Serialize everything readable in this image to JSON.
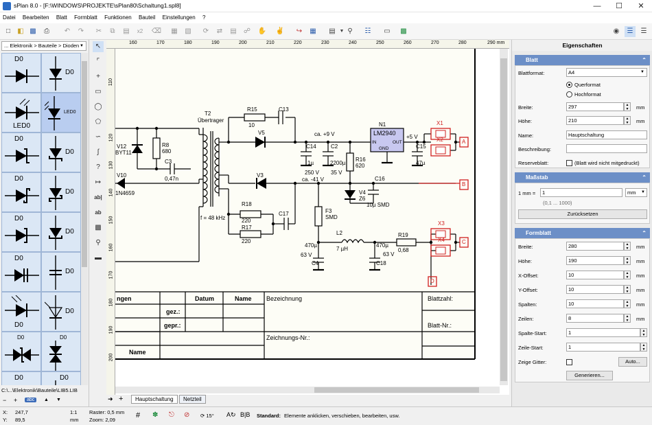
{
  "window": {
    "title": "sPlan 8.0 - [F:\\WINDOWS\\PROJEKTE\\sPlan80\\Schaltung1.spl8]"
  },
  "menu": [
    "Datei",
    "Bearbeiten",
    "Blatt",
    "Formblatt",
    "Funktionen",
    "Bauteil",
    "Einstellungen",
    "?"
  ],
  "toolbar": {
    "multiply_label": "x2"
  },
  "library": {
    "selector": "... Elektronik > Bauteile > Dioden",
    "cells": [
      {
        "label": "D0",
        "icon": "diode-icon"
      },
      {
        "label": "D0",
        "icon": "diode-vertical-icon"
      },
      {
        "label": "LED0",
        "icon": "led-icon"
      },
      {
        "label": "LED0",
        "icon": "led-vertical-icon"
      },
      {
        "label": "D0",
        "icon": "zener-diode-icon"
      },
      {
        "label": "D0",
        "icon": "zener-vertical-icon"
      },
      {
        "label": "D0",
        "icon": "schottky-diode-icon"
      },
      {
        "label": "D0",
        "icon": "schottky-vertical-icon"
      },
      {
        "label": "D0",
        "icon": "tunnel-diode-icon"
      },
      {
        "label": "D0",
        "icon": "tunnel-vertical-icon"
      },
      {
        "label": "D0",
        "icon": "capacitance-diode-icon"
      },
      {
        "label": "D0",
        "icon": "capacitance-vertical-icon"
      },
      {
        "label": "D0",
        "icon": "photo-diode-icon"
      },
      {
        "label": "D0",
        "icon": "photo-vertical-icon"
      },
      {
        "label": "D0",
        "icon": "tvs-diode-icon"
      },
      {
        "label": "D0",
        "icon": "tvs-vertical-icon"
      },
      {
        "label": "D0",
        "icon": "diode-icon"
      },
      {
        "label": "D0",
        "icon": "diode-vertical-icon"
      }
    ],
    "path": "C:\\...\\Elektronik\\Bauteile\\LIB5.LIB",
    "buttons": {
      "minus": "−",
      "plus": "+",
      "abc": "abc",
      "up": "▲",
      "down": "▼"
    }
  },
  "ruler": {
    "h": [
      "160",
      "170",
      "180",
      "190",
      "200",
      "210",
      "220",
      "230",
      "240",
      "250",
      "260",
      "270",
      "280",
      "290 mm"
    ],
    "v": [
      "110",
      "120",
      "130",
      "140",
      "150",
      "160",
      "170",
      "180",
      "190",
      "200"
    ]
  },
  "schematic": {
    "labels": {
      "t2": "T2",
      "uebertrager": "Übertrager",
      "r15": "R15",
      "r15v": "10",
      "c13": "C13",
      "n1": "N1",
      "lm": "LM2940",
      "in": "IN",
      "out": "OUT",
      "gnd": "GND",
      "v5": "V5",
      "ca9": "ca. +9 V",
      "p5": "+5 V",
      "x1": "X1",
      "x2": "X2",
      "x3": "X3",
      "x4": "X4",
      "a": "A",
      "b": "B",
      "c": "C",
      "d": "D",
      "v12": "V12",
      "v12b": "BYT11",
      "r8": "R8",
      "r8v": "680",
      "c3": "C3",
      "c3v": "0,47n",
      "v10": "V10",
      "v10b": "1N4659",
      "c14": "C14",
      "c14v": "1µ",
      "c14u": "250 V",
      "c2": "C2",
      "c2v": "2200µ",
      "c2u": "35 V",
      "r16": "R16",
      "r16v": "620",
      "c15": "C15",
      "c15v": "47µ",
      "v3": "V3",
      "ca41": "ca. -41 V",
      "c16": "C16",
      "v4": "V4",
      "z6": "Z6",
      "c16v": "10µ SMD",
      "r18": "R18",
      "r18v": "220",
      "r17": "R17",
      "r17v": "220",
      "c17": "C17",
      "f3": "F3",
      "f3b": "SMD",
      "freq": "f = 48 kHz",
      "l2": "L2",
      "l2v": "7 µH",
      "r19": "R19",
      "r19v": "0,68",
      "c4v": "470µ",
      "c4u": "63 V",
      "c4": "C4",
      "c18v": "470µ",
      "c18u": "63 V",
      "c18": "C18"
    },
    "titleblock": {
      "ngen": "ngen",
      "datum": "Datum",
      "name": "Name",
      "bezeichnung": "Bezeichnung",
      "blattzahl": "Blattzahl:",
      "gez": "gez.:",
      "gepr": "gepr.:",
      "blattnr": "Blatt-Nr.:",
      "zeichnungsnr": "Zeichnungs-Nr.:",
      "name2": "Name"
    }
  },
  "tabs": [
    "Hauptschaltung",
    "Netzteil"
  ],
  "properties": {
    "title": "Eigenschaften",
    "blatt": {
      "header": "Blatt",
      "blattformat_label": "Blattformat:",
      "blattformat": "A4",
      "quer": "Querformat",
      "hoch": "Hochformat",
      "breite_label": "Breite:",
      "breite": "297",
      "hoehe_label": "Höhe:",
      "hoehe": "210",
      "name_label": "Name:",
      "name": "Hauptschaltung",
      "beschreibung_label": "Beschreibung:",
      "reserve_label": "Reserveblatt:",
      "reserve_text": "(Blatt wird nicht mitgedruckt)",
      "unit": "mm"
    },
    "massstab": {
      "header": "Maßstab",
      "label": "1 mm =",
      "value": "1",
      "unit": "mm",
      "range": "(0,1 ... 1000)",
      "reset": "Zurücksetzen"
    },
    "formblatt": {
      "header": "Formblatt",
      "breite_label": "Breite:",
      "breite": "280",
      "hoehe_label": "Höhe:",
      "hoehe": "190",
      "xoff_label": "X-Offset:",
      "xoff": "10",
      "yoff_label": "Y-Offset:",
      "yoff": "10",
      "spalten_label": "Spalten:",
      "spalten": "10",
      "zeilen_label": "Zeilen:",
      "zeilen": "8",
      "spaltestart_label": "Spalte-Start:",
      "spaltestart": "1",
      "zeilestart_label": "Zeile-Start:",
      "zeilestart": "1",
      "gitter_label": "Zeige Gitter:",
      "auto": "Auto...",
      "generieren": "Generieren...",
      "unit": "mm"
    }
  },
  "status": {
    "x_label": "X:",
    "x": "247,7",
    "y_label": "Y:",
    "y": "89,5",
    "scale": "1:1",
    "unit": "mm",
    "raster": "Raster: 0,5 mm",
    "zoom": "Zoom:  2,09",
    "angle": "15°",
    "mode": "Standard:",
    "hint": "Elemente anklicken, verschieben, bearbeiten, usw."
  },
  "colors": {
    "accent": "#6c8fc7",
    "component": "#c8c8f0",
    "connector": "#d02020"
  }
}
